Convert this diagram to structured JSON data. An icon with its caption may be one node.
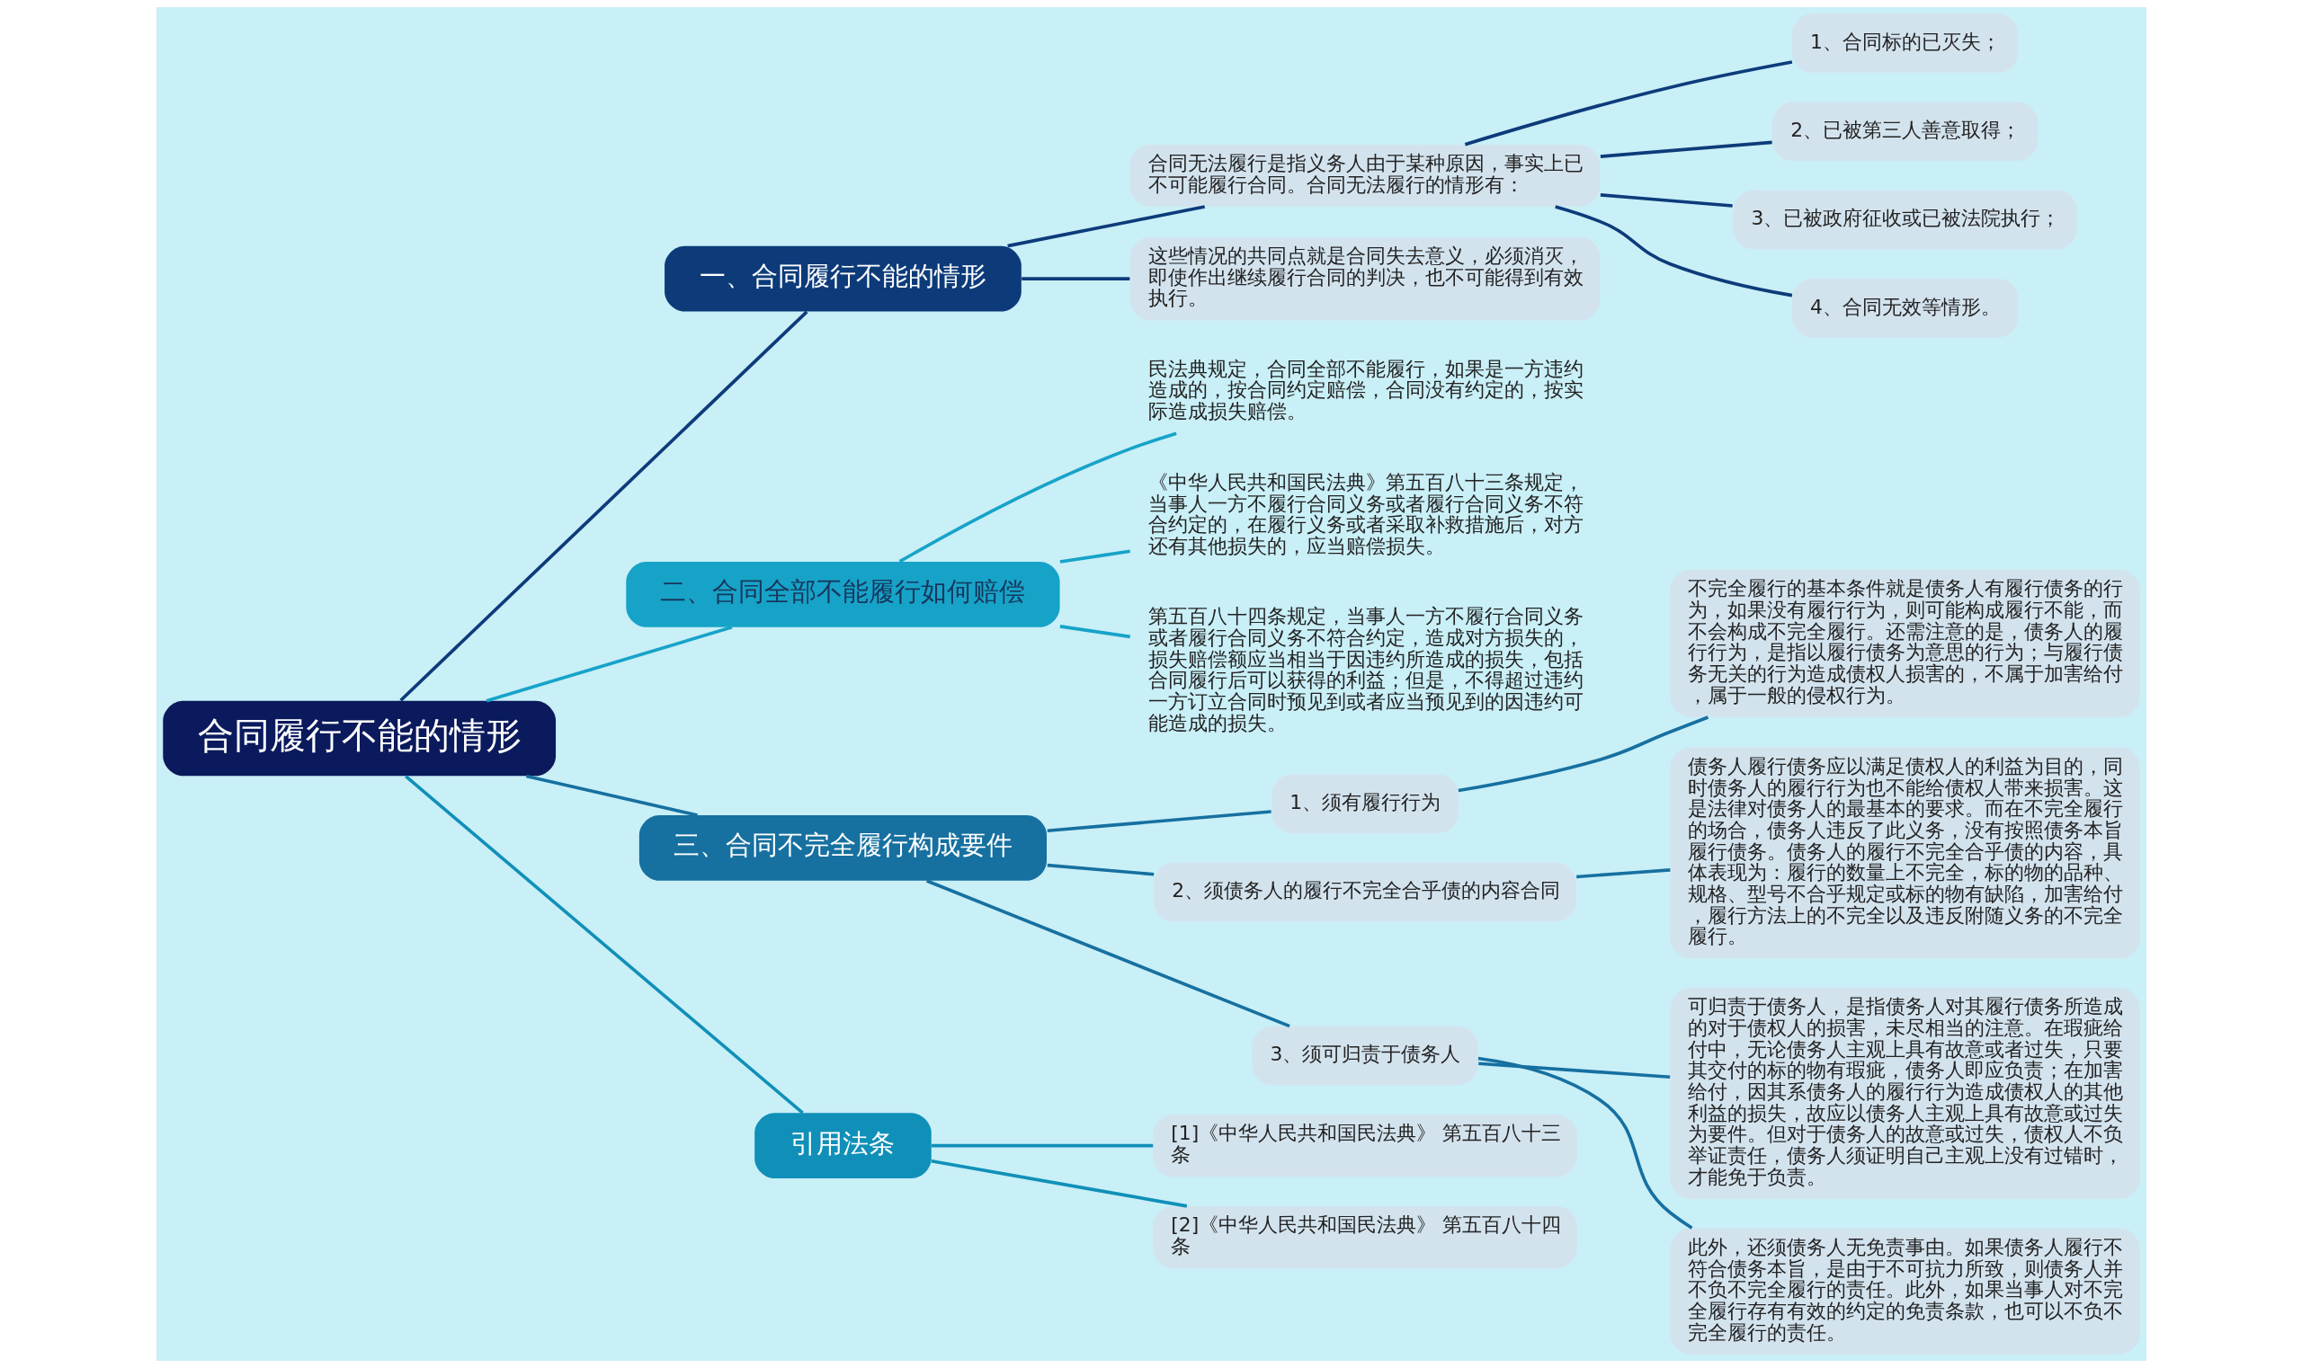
{
  "diagram": {
    "nodes": [
      {
        "text": [
          "合同履行不能的情形"
        ]
      },
      {
        "text": [
          "一、合同履行不能的情形"
        ]
      },
      {
        "text": [
          "合同无法履行是指义务人由于某种原因，事实上已不可能履行合同。合同无法履行的情形有："
        ]
      },
      {
        "text": [
          "1、合同标的已灭失；"
        ]
      },
      {
        "text": [
          "2、已被第三人善意取得；"
        ]
      },
      {
        "text": [
          "3、已被政府征收或已被法院执行；"
        ]
      },
      {
        "text": [
          "4、合同无效等情形。"
        ]
      },
      {
        "text": [
          "这些情况的共同点就是合同失去意义，必须消灭，即使作出继续履行合同的判决，也不可能得到有效执行。"
        ]
      },
      {
        "text": [
          "二、合同全部不能履行如何赔偿"
        ]
      },
      {
        "text": [
          "民法典规定，合同全部不能履行，如果是一方违约造成的，按合同约定赔偿，合同没有约定的，按实际造成损失赔偿。"
        ]
      },
      {
        "text": [
          "《中华人民共和国民法典》第五百八十三条规定，当事人一方不履行合同义务或者履行合同义务不符合约定的，在履行义务或者采取补救措施后，对方还有其他损失的，应当赔偿损失。"
        ]
      },
      {
        "text": [
          "第五百八十四条规定，当事人一方不履行合同义务或者履行合同义务不符合约定，造成对方损失的，损失赔偿额应当相当于因违约所造成的损失，包括合同履行后可以获得的利益；但是，不得超过违约一方订立合同时预见到或者应当预见到的因违约可能造成的损失。"
        ]
      },
      {
        "text": [
          "三、合同不完全履行构成要件"
        ]
      },
      {
        "text": [
          "1、须有履行行为"
        ]
      },
      {
        "text": [
          "不完全履行的基本条件就是债务人有履行债务的行为，如果没有履行行为，则可能构成履行不能，而不会构成不完全履行。还需注意的是，债务人的履行行为，是指以履行债务为意思的行为；与履行债务无关的行为造成债权人损害的，不属于加害给付，属于一般的侵权行为。"
        ]
      },
      {
        "text": [
          "2、须债务人的履行不完全合乎债的内容合同"
        ]
      },
      {
        "text": [
          "债务人履行债务应以满足债权人的利益为目的，同时债务人的履行行为也不能给债权人带来损害。这是法律对债务人的最基本的要求。而在不完全履行的场合，债务人违反了此义务，没有按照债务本旨履行债务。债务人的履行不完全合乎债的内容，具体表现为：履行的数量上不完全，标的物的品种、规格、型号不合乎规定或标的物有缺陷，加害给付，履行方法上的不完全以及违反附随义务的不完全履行。"
        ]
      },
      {
        "text": [
          "3、须可归责于债务人"
        ]
      },
      {
        "text": [
          "可归责于债务人，是指债务人对其履行债务所造成的对于债权人的损害，未尽相当的注意。在瑕疵给付中，无论债务人主观上具有故意或者过失，只要其交付的标的物有瑕疵，债务人即应负责；在加害给付，因其系债务人的履行行为造成债权人的其他利益的损失，故应以债务人主观上具有故意或过失为要件。但对于债务人的故意或过失，债权人不负举证责任，债务人须证明自己主观上没有过错时，才能免于负责。"
        ]
      },
      {
        "text": [
          "此外，还须债务人无免责事由。如果债务人履行不符合债务本旨，是由于不可抗力所致，则债务人并不负不完全履行的责任。此外，如果当事人对不完全履行存有有效的约定的免责条款，也可以不负不完全履行的责任。"
        ]
      },
      {
        "text": [
          "引用法条"
        ]
      },
      {
        "text": [
          "[1]《中华人民共和国民法典》 第五百八十三条"
        ]
      },
      {
        "text": [
          "[2]《中华人民共和国民法典》 第五百八十四条"
        ]
      }
    ],
    "edges": [
      {
        "from": 0,
        "to": 1,
        "arrow": "none",
        "color": "#0d3b7a"
      },
      {
        "from": 1,
        "to": 2,
        "arrow": "none",
        "color": "#0d3b7a"
      },
      {
        "from": 2,
        "to": 3,
        "arrow": "none",
        "color": "#0d3b7a"
      },
      {
        "from": 2,
        "to": 4,
        "arrow": "none",
        "color": "#0d3b7a"
      },
      {
        "from": 2,
        "to": 5,
        "arrow": "none",
        "color": "#0d3b7a"
      },
      {
        "from": 2,
        "to": 6,
        "arrow": "none",
        "color": "#0d3b7a"
      },
      {
        "from": 1,
        "to": 7,
        "arrow": "none",
        "color": "#0d3b7a"
      },
      {
        "from": 0,
        "to": 8,
        "arrow": "none",
        "color": "#17a3c8"
      },
      {
        "from": 8,
        "to": 9,
        "arrow": "none",
        "color": "#17a3c8"
      },
      {
        "from": 8,
        "to": 10,
        "arrow": "none",
        "color": "#17a3c8"
      },
      {
        "from": 8,
        "to": 11,
        "arrow": "none",
        "color": "#17a3c8"
      },
      {
        "from": 0,
        "to": 12,
        "arrow": "none",
        "color": "#1670a0"
      },
      {
        "from": 12,
        "to": 13,
        "arrow": "none",
        "color": "#1670a0"
      },
      {
        "from": 13,
        "to": 14,
        "arrow": "none",
        "color": "#1670a0"
      },
      {
        "from": 12,
        "to": 15,
        "arrow": "none",
        "color": "#1670a0"
      },
      {
        "from": 15,
        "to": 16,
        "arrow": "none",
        "color": "#1670a0"
      },
      {
        "from": 12,
        "to": 17,
        "arrow": "none",
        "color": "#1670a0"
      },
      {
        "from": 17,
        "to": 18,
        "arrow": "none",
        "color": "#1670a0"
      },
      {
        "from": 17,
        "to": 19,
        "arrow": "none",
        "color": "#1670a0"
      },
      {
        "from": 0,
        "to": 20,
        "arrow": "none",
        "color": "#1090b8"
      },
      {
        "from": 20,
        "to": 21,
        "arrow": "none",
        "color": "#1090b8"
      },
      {
        "from": 20,
        "to": 22,
        "arrow": "none",
        "color": "#1090b8"
      }
    ]
  }
}
